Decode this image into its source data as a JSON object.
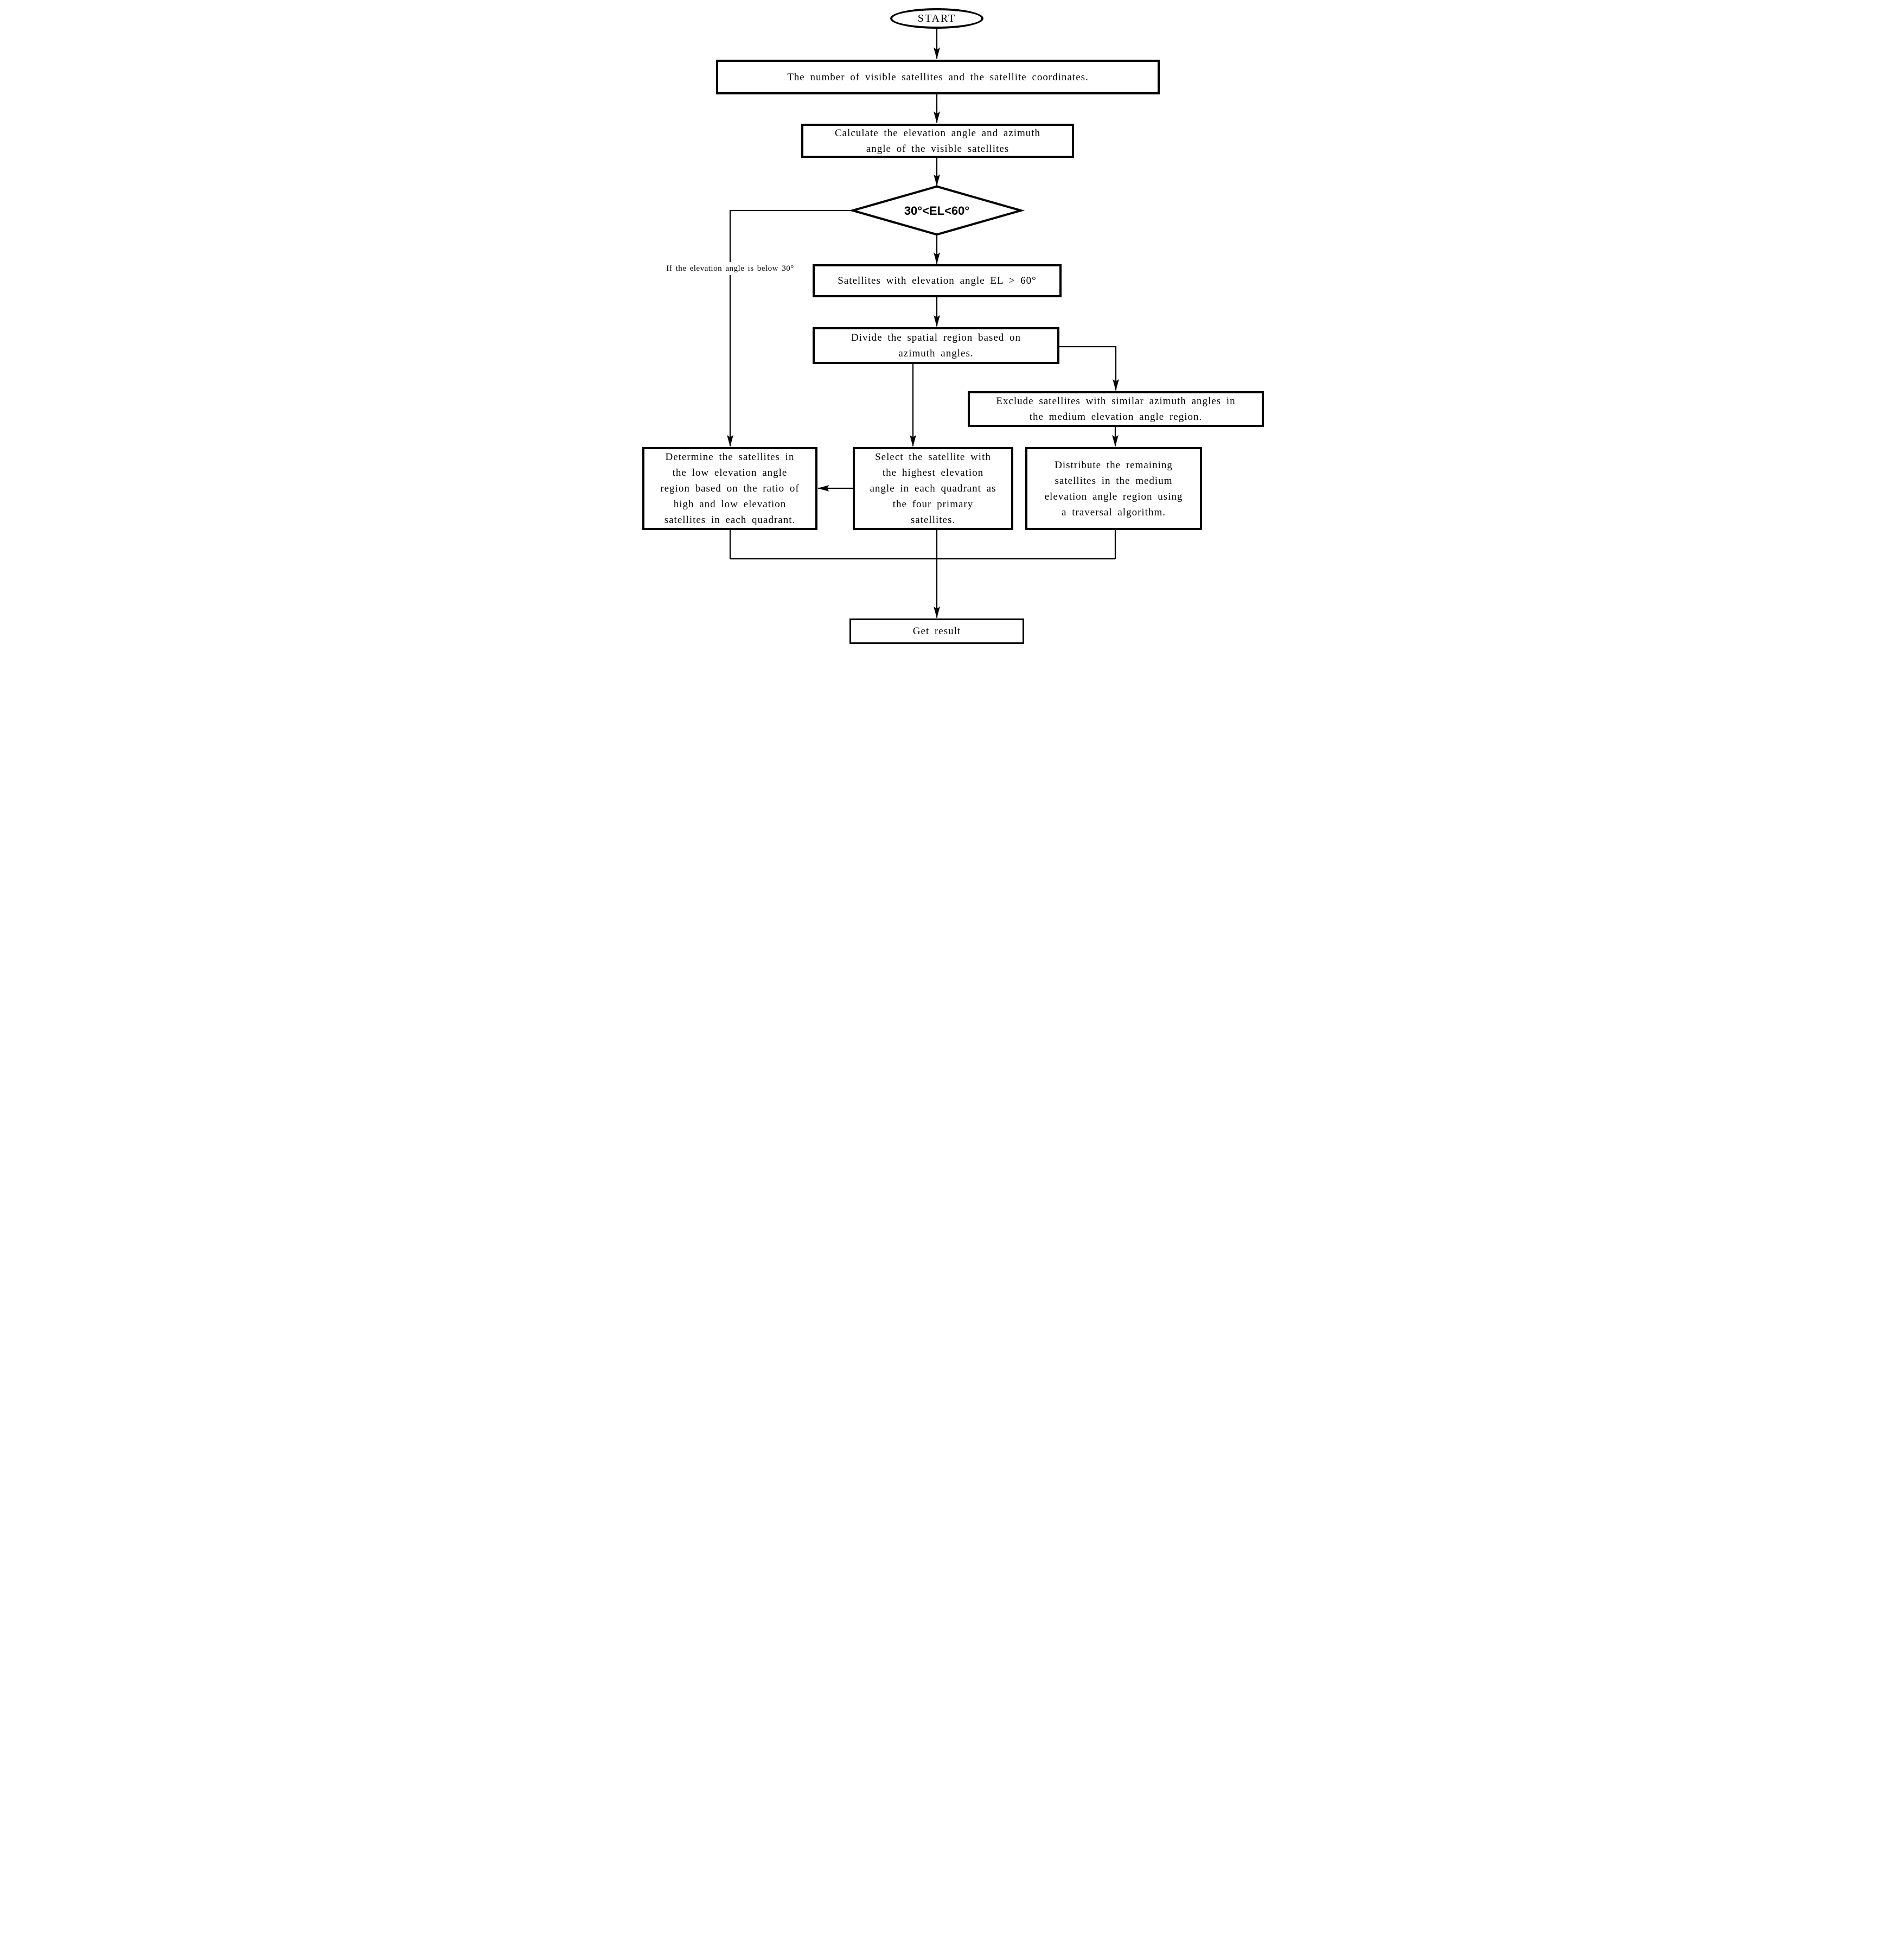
{
  "diagram": {
    "kind": "flowchart",
    "colors": {
      "line": "#000000",
      "background": "#ffffff",
      "text": "#000000"
    },
    "nodes": {
      "start": {
        "shape": "ellipse",
        "label": "START"
      },
      "input": {
        "shape": "rect",
        "label": "The number of visible satellites and the satellite coordinates."
      },
      "calculate": {
        "shape": "rect",
        "label": "Calculate the elevation angle and azimuth\nangle of the visible satellites"
      },
      "decision": {
        "shape": "diamond",
        "label": "30°<EL<60°"
      },
      "el_above60": {
        "shape": "rect",
        "label": "Satellites with elevation angle EL > 60°"
      },
      "divide": {
        "shape": "rect",
        "label": "Divide the spatial region based on\nazimuth angles."
      },
      "exclude": {
        "shape": "rect",
        "label": "Exclude satellites with similar azimuth angles in\nthe medium elevation angle region."
      },
      "low_region": {
        "shape": "rect",
        "label": "Determine the satellites in\nthe low elevation angle\nregion based on the ratio of\nhigh and low elevation\nsatellites in each quadrant."
      },
      "select": {
        "shape": "rect",
        "label": "Select the satellite with\nthe highest elevation\nangle in each quadrant as\nthe four primary\nsatellites."
      },
      "distribute": {
        "shape": "rect",
        "label": "Distribute the remaining\nsatellites in the medium\nelevation angle region using\na traversal algorithm."
      },
      "result": {
        "shape": "rect",
        "label": "Get result"
      }
    },
    "edge_labels": {
      "below30": "If the elevation angle is below 30°"
    }
  }
}
